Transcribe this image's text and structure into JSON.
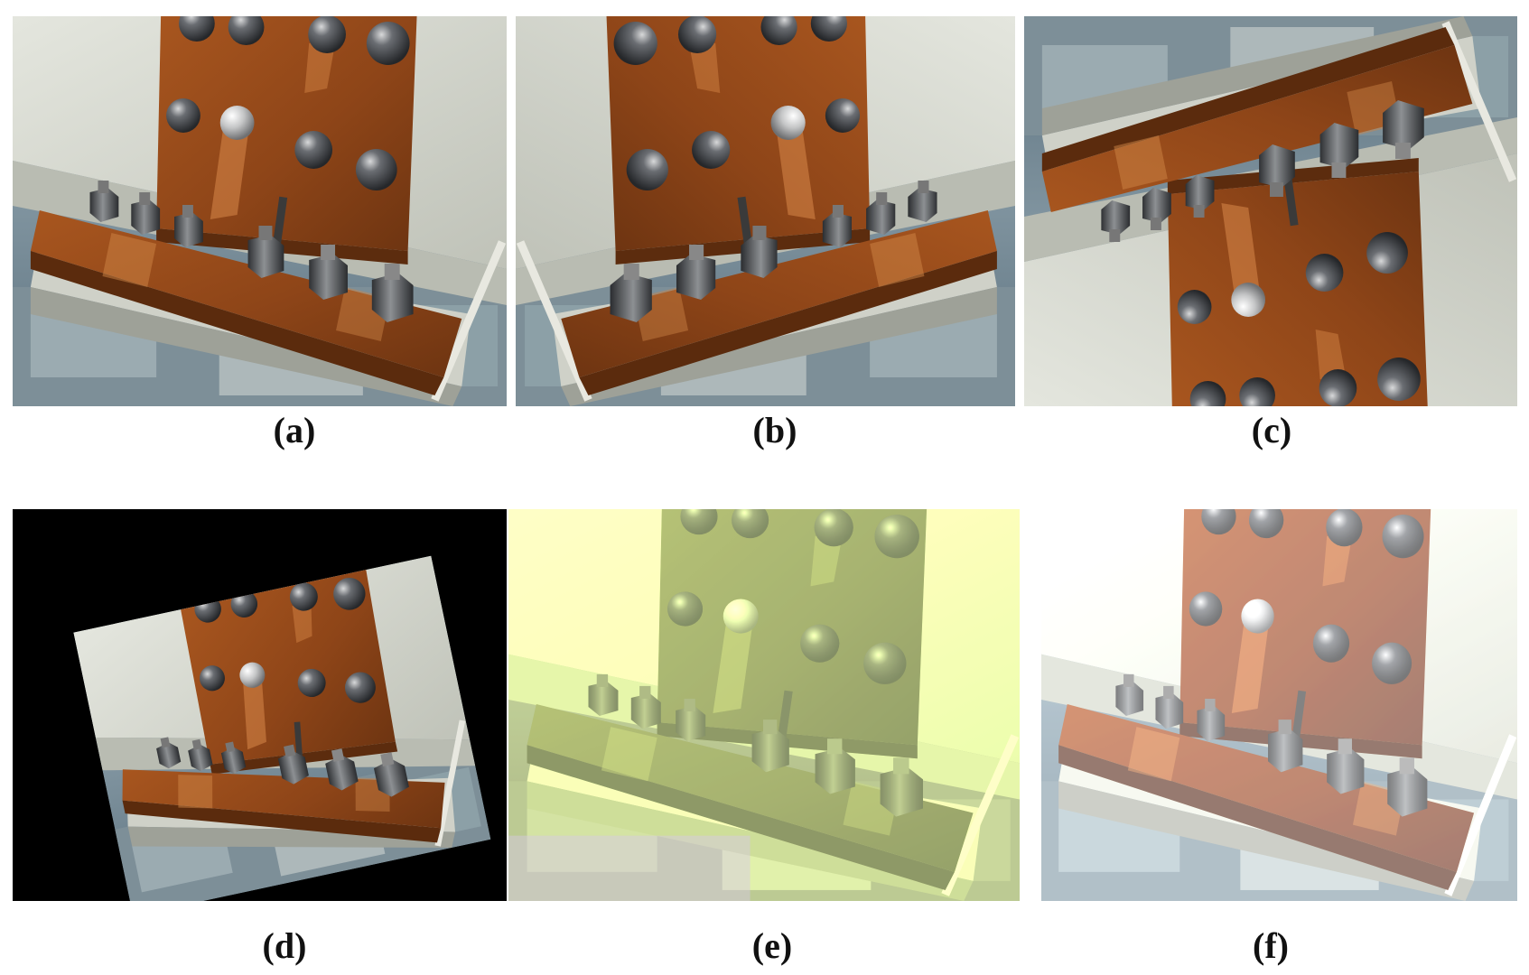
{
  "panels": [
    {
      "id": "a",
      "label": "(a)",
      "variant": "original"
    },
    {
      "id": "b",
      "label": "(b)",
      "variant": "horizontal-flip"
    },
    {
      "id": "c",
      "label": "(c)",
      "variant": "vertical-flip"
    },
    {
      "id": "d",
      "label": "(d)",
      "variant": "rotation"
    },
    {
      "id": "e",
      "label": "(e)",
      "variant": "color-shift"
    },
    {
      "id": "f",
      "label": "(f)",
      "variant": "brightness"
    }
  ],
  "colors": {
    "rust": "#9a4e1f",
    "rust_dark": "#6e3512",
    "rust_light": "#b8662b",
    "steel_wall": "#d9dbd2",
    "bolt": "#4a4d52",
    "bolt_shine": "#c9cacb",
    "green_tint": "#b7c83a",
    "black_fill": "#000000"
  }
}
